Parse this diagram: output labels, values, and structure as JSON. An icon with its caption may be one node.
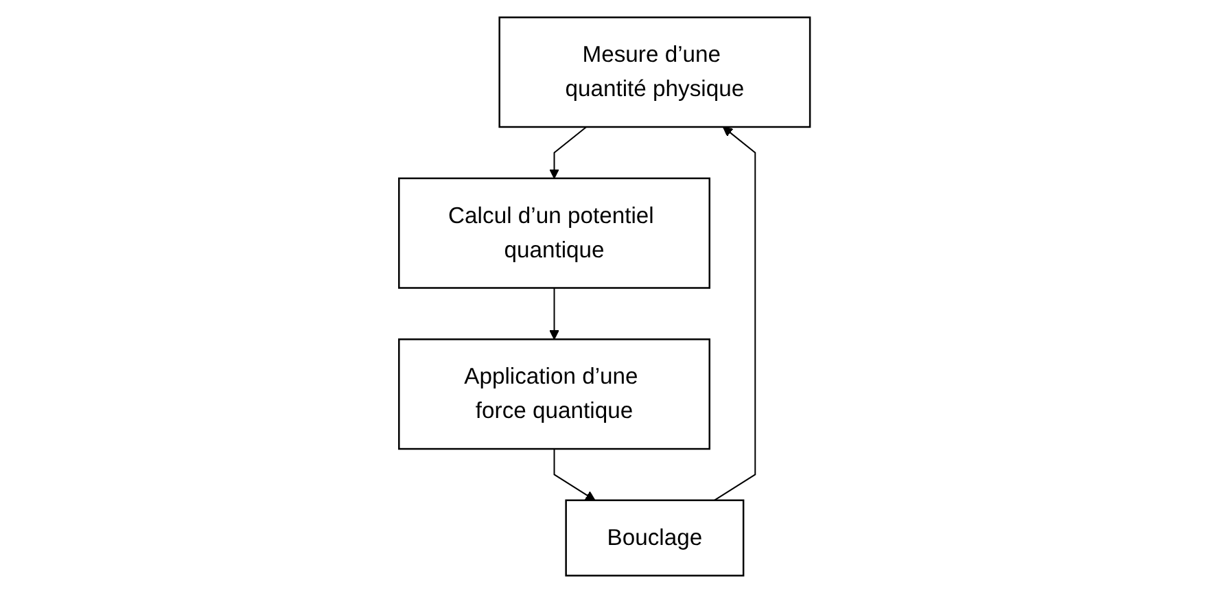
{
  "diagram": {
    "nodes": [
      {
        "text": [
          "Mesure d’une quantité physique"
        ]
      },
      {
        "text": [
          "Calcul d’un potentiel quantique"
        ]
      },
      {
        "text": [
          "Application d’une force quantique"
        ]
      },
      {
        "text": [
          "Bouclage"
        ]
      }
    ],
    "edges": [
      {
        "from": 0,
        "to": 1,
        "arrow": "to"
      },
      {
        "from": 1,
        "to": 2,
        "arrow": "to"
      },
      {
        "from": 2,
        "to": 3,
        "arrow": "to"
      },
      {
        "from": 3,
        "to": 0,
        "arrow": "to"
      }
    ]
  }
}
